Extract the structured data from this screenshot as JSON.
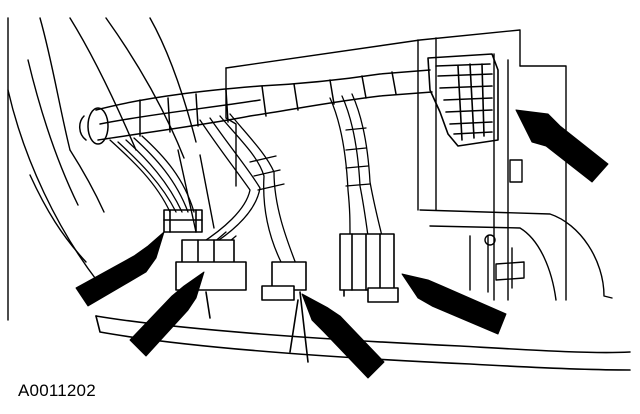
{
  "figure": {
    "caption": "A0011202",
    "line_color": "#000000",
    "background": "#ffffff",
    "arrow_count": 5,
    "arrow_targets": [
      "harness-connector-right",
      "connector-c1",
      "connector-c2",
      "connector-c3",
      "connector-c4"
    ]
  }
}
